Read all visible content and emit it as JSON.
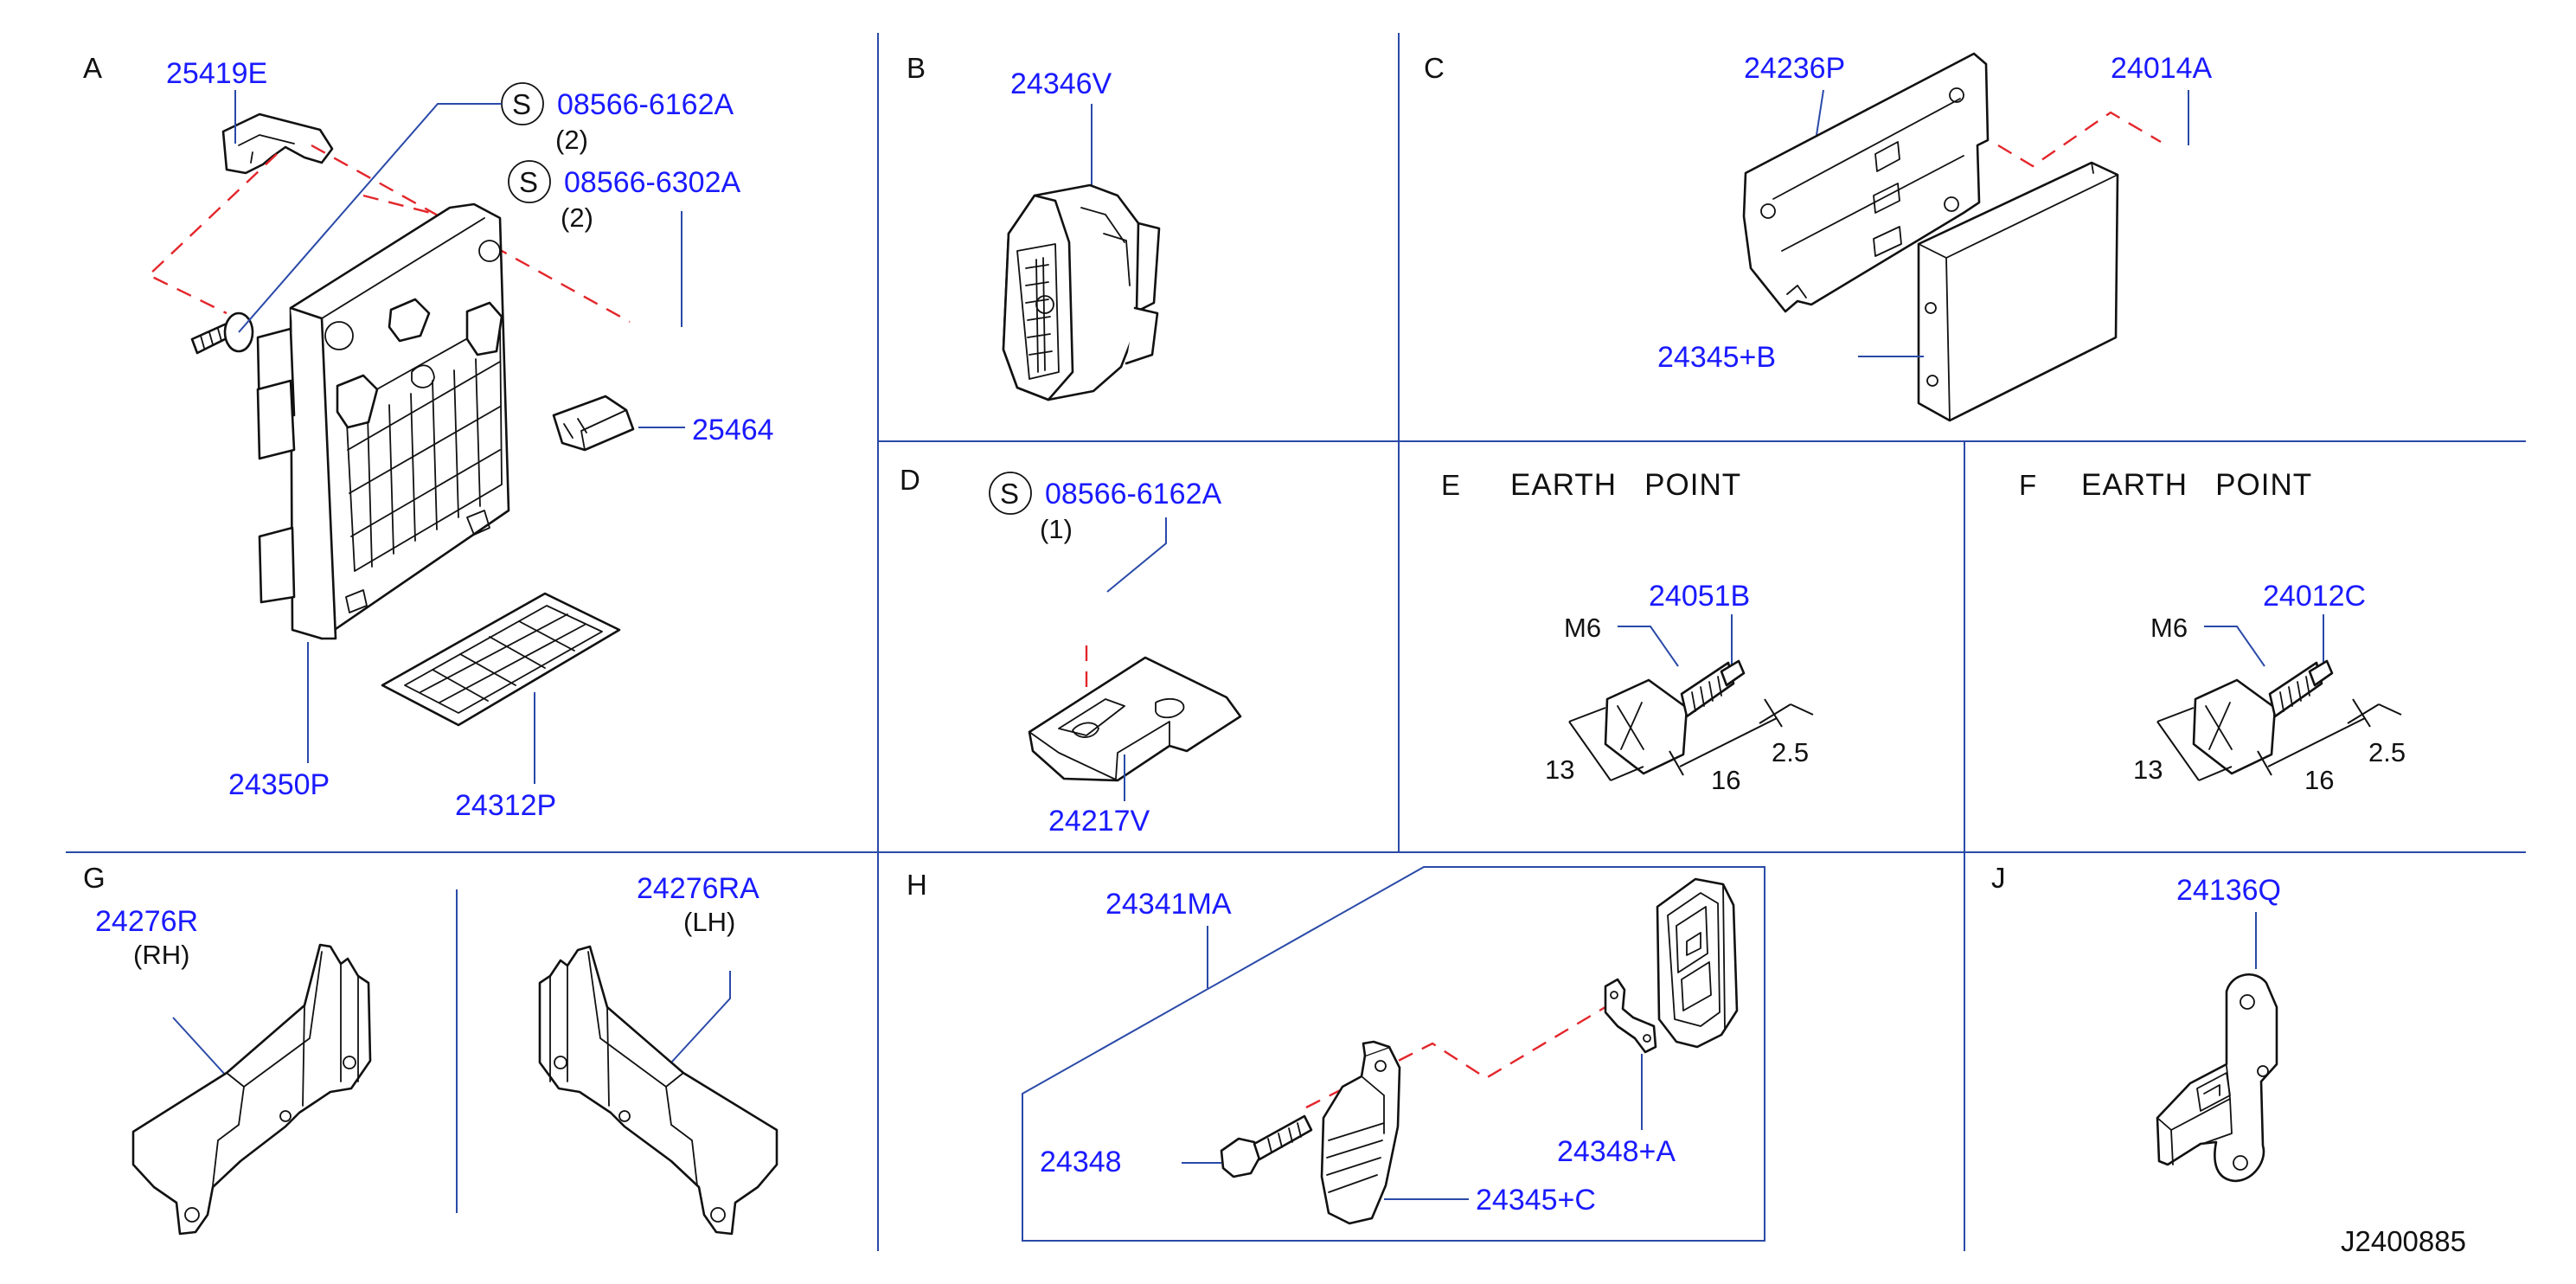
{
  "sections": {
    "A": {
      "letter": "A",
      "parts": {
        "p25419E": "25419E",
        "screw1": "08566-6162A",
        "screw1_qty": "(2)",
        "screw2": "08566-6302A",
        "screw2_qty": "(2)",
        "fuse": "25464",
        "box": "24350P",
        "cover": "24312P"
      }
    },
    "B": {
      "letter": "B",
      "parts": {
        "conn": "24346V"
      }
    },
    "C": {
      "letter": "C",
      "parts": {
        "bracket": "24236P",
        "cover": "24014A",
        "module": "24345+B"
      }
    },
    "D": {
      "letter": "D",
      "parts": {
        "screw": "08566-6162A",
        "screw_qty": "(1)",
        "clip": "24217V"
      }
    },
    "E": {
      "letter": "E",
      "title": "EARTH   POINT",
      "parts": {
        "bolt": "24051B",
        "thread": "M6",
        "d13": "13",
        "d16": "16",
        "d25": "2.5"
      }
    },
    "F": {
      "letter": "F",
      "title": "EARTH   POINT",
      "parts": {
        "bolt": "24012C",
        "thread": "M6",
        "d13": "13",
        "d16": "16",
        "d25": "2.5"
      }
    },
    "G": {
      "letter": "G",
      "parts": {
        "rh": "24276R",
        "rh_side": "(RH)",
        "lh": "24276RA",
        "lh_side": "(LH)"
      }
    },
    "H": {
      "letter": "H",
      "parts": {
        "assy": "24341MA",
        "bolt": "24348",
        "clip": "24348+A",
        "sensor": "24345+C"
      }
    },
    "J": {
      "letter": "J",
      "parts": {
        "bracket": "24136Q"
      }
    }
  },
  "screw_symbol": "S",
  "diagram_code": "J2400885"
}
